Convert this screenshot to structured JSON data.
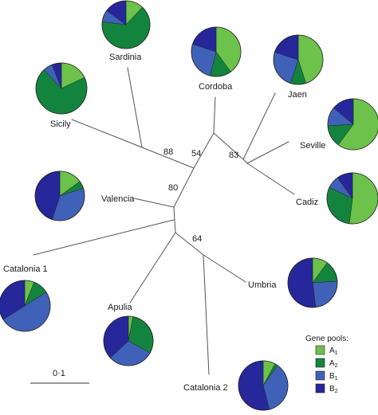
{
  "colors": {
    "A1": "#6cc24a",
    "A2": "#13843e",
    "B1": "#3f62b8",
    "B2": "#25279a",
    "line": "#555555",
    "pie_edge": "#222222"
  },
  "populations": [
    {
      "id": "sardinia",
      "label": "Sardinia",
      "pie": [
        0.12,
        0.65,
        0.08,
        0.15
      ]
    },
    {
      "id": "cordoba",
      "label": "Cordoba",
      "pie": [
        0.4,
        0.14,
        0.26,
        0.2
      ]
    },
    {
      "id": "jaen",
      "label": "Jaen",
      "pie": [
        0.45,
        0.1,
        0.25,
        0.2
      ]
    },
    {
      "id": "sicily",
      "label": "Sicily",
      "pie": [
        0.18,
        0.7,
        0.06,
        0.06
      ]
    },
    {
      "id": "seville",
      "label": "Seville",
      "pie": [
        0.6,
        0.14,
        0.12,
        0.14
      ]
    },
    {
      "id": "valencia",
      "label": "Valencia",
      "pie": [
        0.15,
        0.05,
        0.35,
        0.45
      ]
    },
    {
      "id": "cadiz",
      "label": "Cadiz",
      "pie": [
        0.52,
        0.3,
        0.08,
        0.1
      ]
    },
    {
      "id": "catalonia1",
      "label": "Catalonia 1",
      "pie": [
        0.06,
        0.1,
        0.5,
        0.34
      ]
    },
    {
      "id": "umbria",
      "label": "Umbria",
      "pie": [
        0.1,
        0.14,
        0.24,
        0.52
      ]
    },
    {
      "id": "apulia",
      "label": "Apulia",
      "pie": [
        0.03,
        0.3,
        0.3,
        0.37
      ]
    },
    {
      "id": "catalonia2",
      "label": "Catalonia 2",
      "pie": [
        0.08,
        0.02,
        0.36,
        0.54
      ]
    }
  ],
  "bootstrap": [
    "88",
    "54",
    "83",
    "80",
    "64"
  ],
  "legend": {
    "title": "Gene pools:",
    "items": [
      {
        "base": "A",
        "sub": "1",
        "color_key": "A1"
      },
      {
        "base": "A",
        "sub": "2",
        "color_key": "A2"
      },
      {
        "base": "B",
        "sub": "1",
        "color_key": "B1"
      },
      {
        "base": "B",
        "sub": "2",
        "color_key": "B2"
      }
    ]
  },
  "scale_bar": {
    "label": "0·1"
  }
}
